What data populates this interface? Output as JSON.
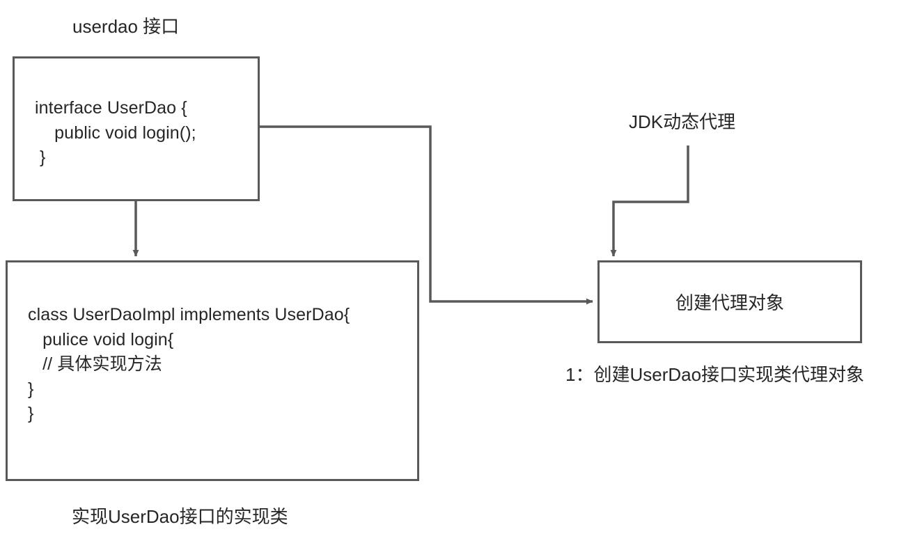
{
  "diagram": {
    "title_labels": {
      "interface_label": "userdao 接口",
      "jdk_label": "JDK动态代理"
    },
    "nodes": {
      "interface_node": {
        "name": "UserDao interface",
        "code": "interface UserDao {\n    public void login();\n }"
      },
      "impl_node": {
        "name": "UserDaoImpl class",
        "code": "class UserDaoImpl implements UserDao{\n   pulice void login{\n   // 具体实现方法\n}\n}"
      },
      "proxy_node": {
        "name": "create proxy object",
        "text": "创建代理对象"
      }
    },
    "captions": {
      "impl_caption": "实现UserDao接口的实现类",
      "proxy_caption": "1：创建UserDao接口实现类代理对象"
    },
    "colors": {
      "stroke": "#595959",
      "text": "#262626",
      "background": "#ffffff"
    },
    "connectors": [
      {
        "id": "interface-to-impl",
        "from": "interface_node",
        "to": "impl_node",
        "arrow": true
      },
      {
        "id": "interface-to-proxy",
        "from": "interface_node",
        "to": "proxy_node",
        "arrow": true
      },
      {
        "id": "jdk-to-proxy",
        "from": "jdk_label",
        "to": "proxy_node",
        "arrow": true
      }
    ]
  }
}
